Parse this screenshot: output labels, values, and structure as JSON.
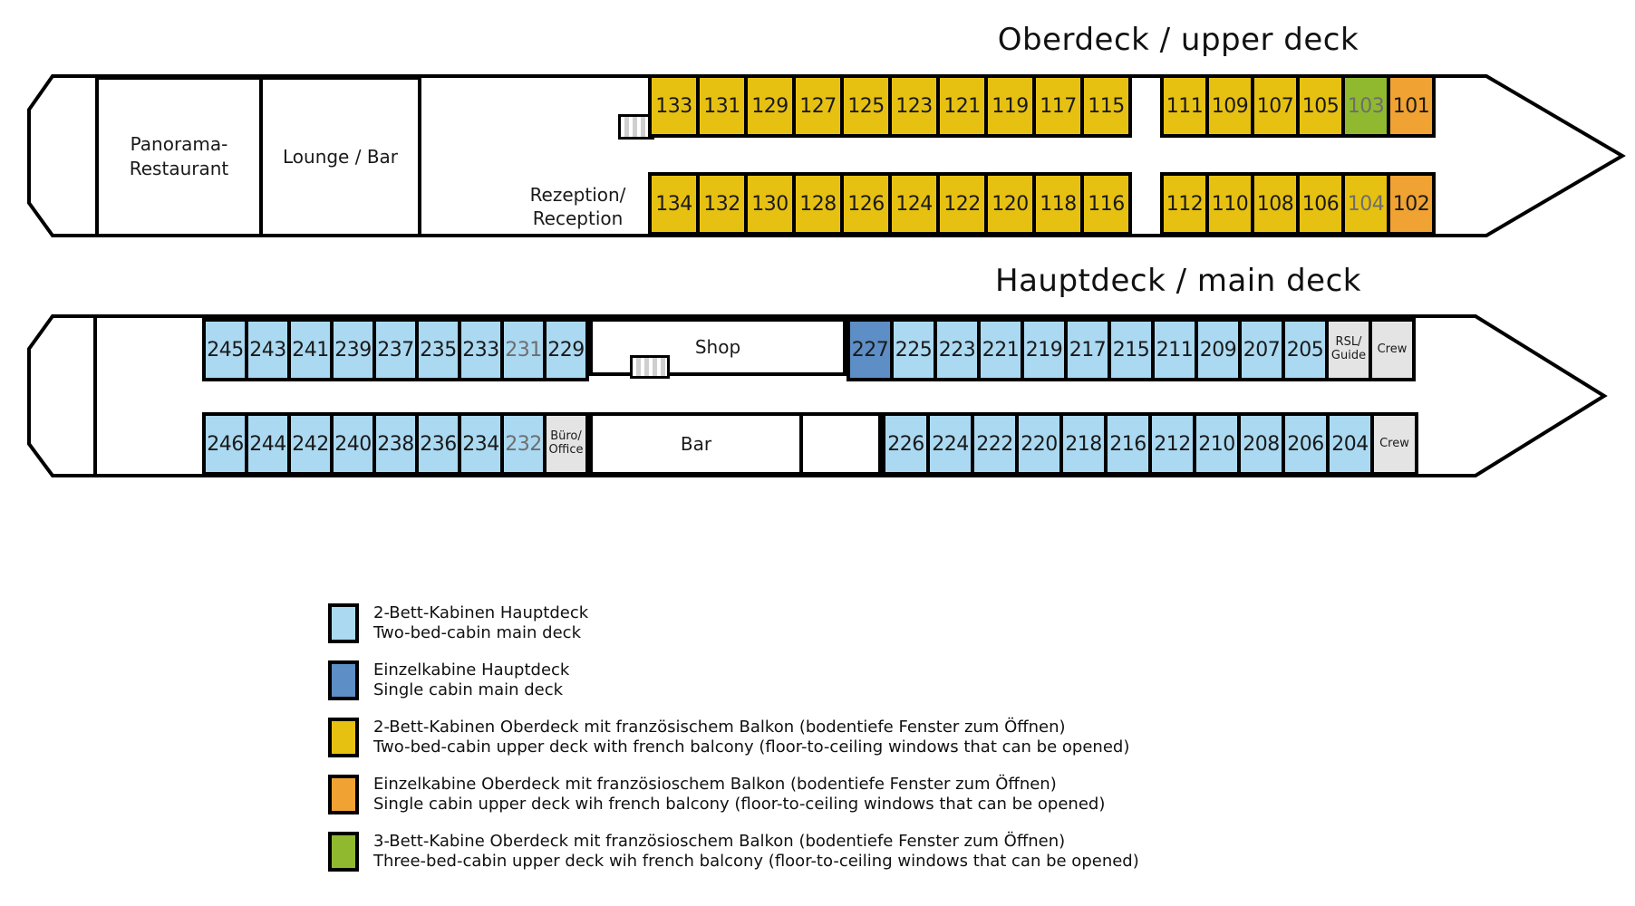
{
  "colors": {
    "two_bed_main": "#abd9f1",
    "single_main": "#5d8ec5",
    "two_bed_upper": "#e7c112",
    "single_upper": "#f0a232",
    "three_bed_upper": "#90b92f",
    "crew": "#e4e4e4",
    "muted_text": "#6e6e6e"
  },
  "upper_deck": {
    "title": "Oberdeck / upper deck",
    "rooms": {
      "panorama_restaurant": "Panorama-\nRestaurant",
      "lounge_bar": "Lounge / Bar",
      "reception": "Rezeption/\nReception"
    },
    "row1_seg1": [
      {
        "label": "133",
        "type": "two_bed_upper"
      },
      {
        "label": "131",
        "type": "two_bed_upper"
      },
      {
        "label": "129",
        "type": "two_bed_upper"
      },
      {
        "label": "127",
        "type": "two_bed_upper"
      },
      {
        "label": "125",
        "type": "two_bed_upper"
      },
      {
        "label": "123",
        "type": "two_bed_upper"
      },
      {
        "label": "121",
        "type": "two_bed_upper"
      },
      {
        "label": "119",
        "type": "two_bed_upper"
      },
      {
        "label": "117",
        "type": "two_bed_upper"
      },
      {
        "label": "115",
        "type": "two_bed_upper"
      }
    ],
    "row1_seg2": [
      {
        "label": "111",
        "type": "two_bed_upper"
      },
      {
        "label": "109",
        "type": "two_bed_upper"
      },
      {
        "label": "107",
        "type": "two_bed_upper"
      },
      {
        "label": "105",
        "type": "two_bed_upper"
      },
      {
        "label": "103",
        "type": "three_bed_upper",
        "muted": true
      },
      {
        "label": "101",
        "type": "single_upper"
      }
    ],
    "row2_seg1": [
      {
        "label": "134",
        "type": "two_bed_upper"
      },
      {
        "label": "132",
        "type": "two_bed_upper"
      },
      {
        "label": "130",
        "type": "two_bed_upper"
      },
      {
        "label": "128",
        "type": "two_bed_upper"
      },
      {
        "label": "126",
        "type": "two_bed_upper"
      },
      {
        "label": "124",
        "type": "two_bed_upper"
      },
      {
        "label": "122",
        "type": "two_bed_upper"
      },
      {
        "label": "120",
        "type": "two_bed_upper"
      },
      {
        "label": "118",
        "type": "two_bed_upper"
      },
      {
        "label": "116",
        "type": "two_bed_upper"
      }
    ],
    "row2_seg2": [
      {
        "label": "112",
        "type": "two_bed_upper"
      },
      {
        "label": "110",
        "type": "two_bed_upper"
      },
      {
        "label": "108",
        "type": "two_bed_upper"
      },
      {
        "label": "106",
        "type": "two_bed_upper"
      },
      {
        "label": "104",
        "type": "two_bed_upper",
        "muted": true
      },
      {
        "label": "102",
        "type": "single_upper"
      }
    ]
  },
  "main_deck": {
    "title": "Hauptdeck / main deck",
    "rooms": {
      "shop": "Shop",
      "bar": "Bar"
    },
    "row1_seg1": [
      {
        "label": "245",
        "type": "two_bed_main"
      },
      {
        "label": "243",
        "type": "two_bed_main"
      },
      {
        "label": "241",
        "type": "two_bed_main"
      },
      {
        "label": "239",
        "type": "two_bed_main"
      },
      {
        "label": "237",
        "type": "two_bed_main"
      },
      {
        "label": "235",
        "type": "two_bed_main"
      },
      {
        "label": "233",
        "type": "two_bed_main"
      },
      {
        "label": "231",
        "type": "two_bed_main",
        "muted": true
      },
      {
        "label": "229",
        "type": "two_bed_main"
      }
    ],
    "row1_seg2": [
      {
        "label": "227",
        "type": "single_main"
      },
      {
        "label": "225",
        "type": "two_bed_main"
      },
      {
        "label": "223",
        "type": "two_bed_main"
      },
      {
        "label": "221",
        "type": "two_bed_main"
      },
      {
        "label": "219",
        "type": "two_bed_main"
      },
      {
        "label": "217",
        "type": "two_bed_main"
      },
      {
        "label": "215",
        "type": "two_bed_main"
      },
      {
        "label": "211",
        "type": "two_bed_main"
      },
      {
        "label": "209",
        "type": "two_bed_main"
      },
      {
        "label": "207",
        "type": "two_bed_main"
      },
      {
        "label": "205",
        "type": "two_bed_main"
      },
      {
        "label": "RSL/\nGuide",
        "type": "crew",
        "small": true,
        "name": "rsl-guide"
      },
      {
        "label": "Crew",
        "type": "crew",
        "small": true,
        "name": "crew"
      }
    ],
    "row2_seg1": [
      {
        "label": "246",
        "type": "two_bed_main"
      },
      {
        "label": "244",
        "type": "two_bed_main"
      },
      {
        "label": "242",
        "type": "two_bed_main"
      },
      {
        "label": "240",
        "type": "two_bed_main"
      },
      {
        "label": "238",
        "type": "two_bed_main"
      },
      {
        "label": "236",
        "type": "two_bed_main"
      },
      {
        "label": "234",
        "type": "two_bed_main"
      },
      {
        "label": "232",
        "type": "two_bed_main",
        "muted": true
      },
      {
        "label": "Büro/\nOffice",
        "type": "crew",
        "small": true,
        "name": "buero-office"
      }
    ],
    "row2_seg2": [
      {
        "label": "226",
        "type": "two_bed_main"
      },
      {
        "label": "224",
        "type": "two_bed_main"
      },
      {
        "label": "222",
        "type": "two_bed_main"
      },
      {
        "label": "220",
        "type": "two_bed_main"
      },
      {
        "label": "218",
        "type": "two_bed_main"
      },
      {
        "label": "216",
        "type": "two_bed_main"
      },
      {
        "label": "212",
        "type": "two_bed_main"
      },
      {
        "label": "210",
        "type": "two_bed_main"
      },
      {
        "label": "208",
        "type": "two_bed_main"
      },
      {
        "label": "206",
        "type": "two_bed_main"
      },
      {
        "label": "204",
        "type": "two_bed_main"
      },
      {
        "label": "Crew",
        "type": "crew",
        "small": true,
        "name": "crew"
      }
    ]
  },
  "legend": {
    "items": [
      {
        "color": "two_bed_main",
        "de": "2-Bett-Kabinen Hauptdeck",
        "en": "Two-bed-cabin main deck"
      },
      {
        "color": "single_main",
        "de": "Einzelkabine Hauptdeck",
        "en": "Single cabin main deck"
      },
      {
        "color": "two_bed_upper",
        "de": "2-Bett-Kabinen Oberdeck mit französischem Balkon (bodentiefe Fenster zum Öffnen)",
        "en": "Two-bed-cabin upper deck with french balcony (floor-to-ceiling windows that can be opened)"
      },
      {
        "color": "single_upper",
        "de": "Einzelkabine Oberdeck mit französioschem Balkon (bodentiefe Fenster zum Öffnen)",
        "en": "Single cabin upper deck wih french balcony (floor-to-ceiling windows that can be opened)"
      },
      {
        "color": "three_bed_upper",
        "de": "3-Bett-Kabine Oberdeck mit französioschem Balkon (bodentiefe Fenster zum Öffnen)",
        "en": "Three-bed-cabin upper deck wih french balcony (floor-to-ceiling windows that can be opened)"
      }
    ]
  }
}
